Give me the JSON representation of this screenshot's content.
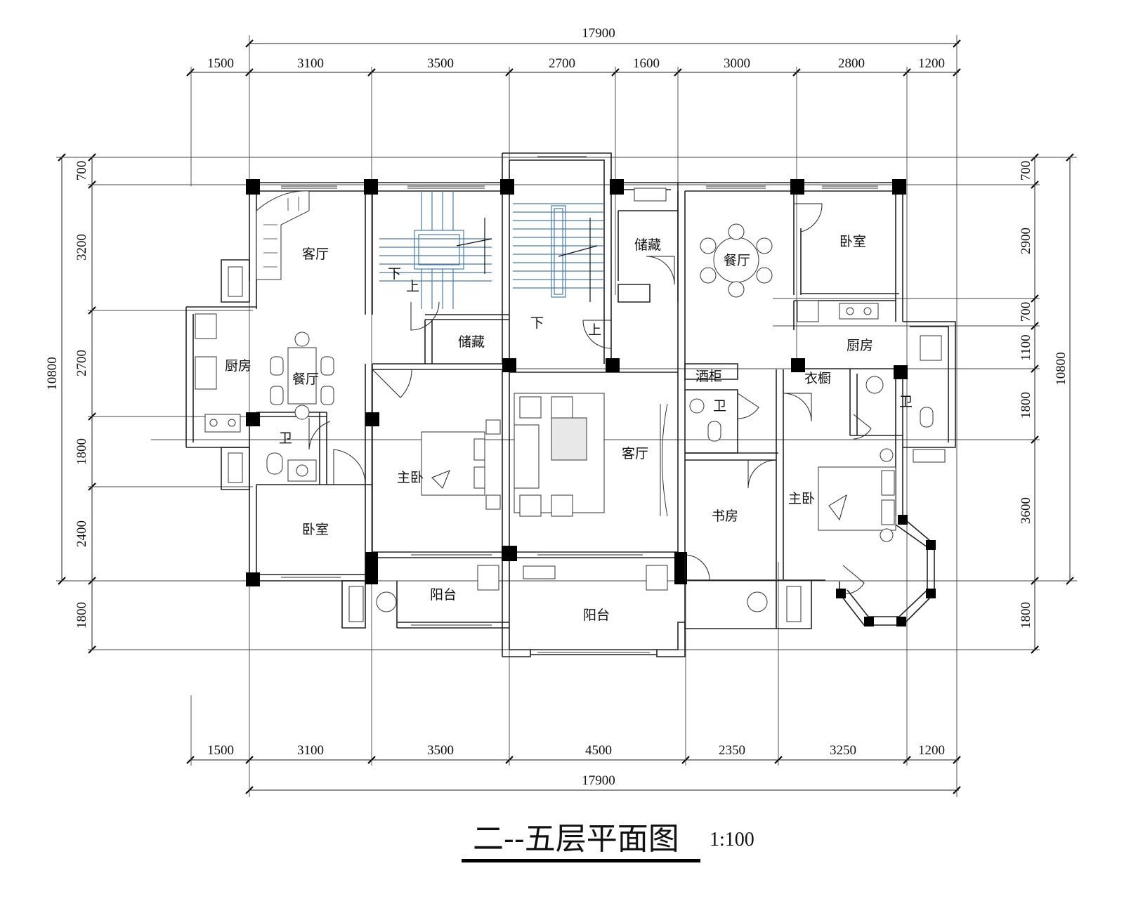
{
  "title": "二--五层平面图",
  "scale": "1:100",
  "top_dims": {
    "total": "17900",
    "segments": [
      "1500",
      "3100",
      "3500",
      "2700",
      "1600",
      "3000",
      "2800",
      "1200"
    ]
  },
  "bottom_dims": {
    "total": "17900",
    "segments": [
      "1500",
      "3100",
      "3500",
      "4500",
      "2350",
      "3250",
      "1200"
    ]
  },
  "left_dims": {
    "total": "10800",
    "segments": [
      "700",
      "3200",
      "2700",
      "1800",
      "2400",
      "1800"
    ]
  },
  "right_dims": {
    "total": "10800",
    "segments": [
      "700",
      "2900",
      "700",
      "1100",
      "1800",
      "3600",
      "1800"
    ]
  },
  "rooms": {
    "l_living": "客厅",
    "l_kitchen": "厨房",
    "l_dining": "餐厅",
    "l_bath": "卫",
    "l_bedroom": "卧室",
    "l_master": "主卧",
    "l_balcony": "阳台",
    "l_storage": "储藏",
    "l_down": "下",
    "l_up": "上",
    "c_down": "下",
    "c_up": "上",
    "c_living": "客厅",
    "c_balcony": "阳台",
    "c_storage": "储藏",
    "r_dining": "餐厅",
    "r_bedroom": "卧室",
    "r_kitchen": "厨房",
    "r_winecab": "酒柜",
    "r_bath_a": "卫",
    "r_wardrobe": "衣橱",
    "r_bath_b": "卫",
    "r_study": "书房",
    "r_master": "主卧"
  }
}
